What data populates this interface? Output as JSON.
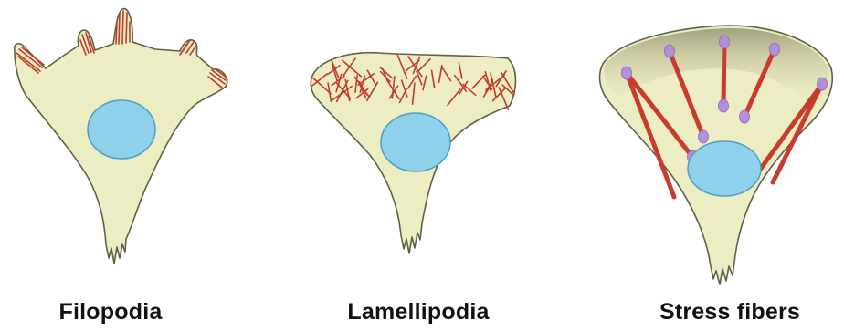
{
  "panels": [
    {
      "label": "Filopodia"
    },
    {
      "label": "Lamellipodia"
    },
    {
      "label": "Stress fibers"
    }
  ],
  "colors": {
    "cytoplasm": "#ededc3",
    "outline": "#5f6046",
    "nucleus": "#8fd0ea",
    "actin": "#c13b2c",
    "focal_adhesion": "#b48fd9"
  }
}
